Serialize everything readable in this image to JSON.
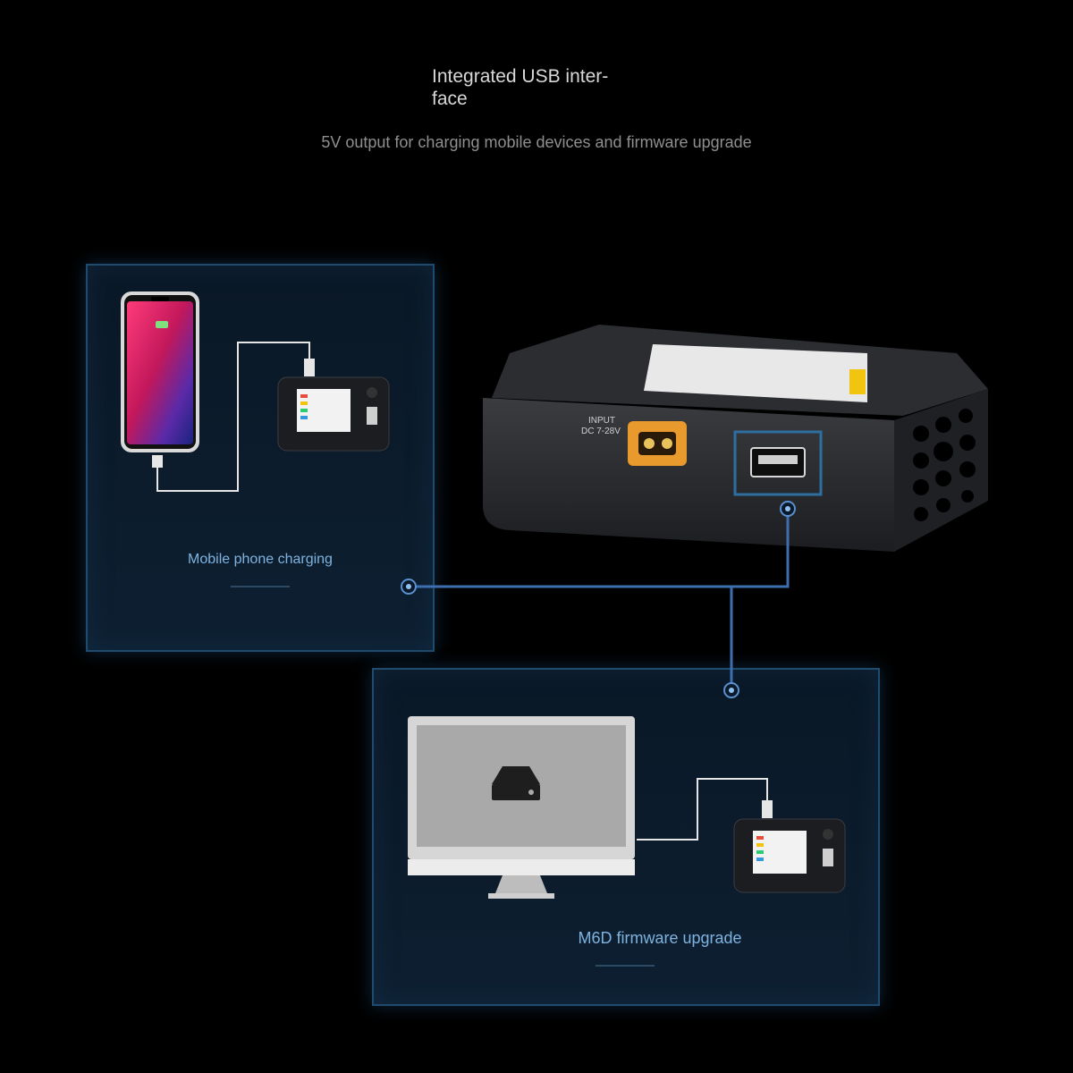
{
  "header": {
    "title": "Integrated USB inter-\nface",
    "subtitle": "5V output for charging mobile devices and firmware upgrade"
  },
  "device": {
    "input_label": "INPUT",
    "input_spec": "DC 7-28V"
  },
  "panels": {
    "left": {
      "caption": "Mobile phone charging"
    },
    "right": {
      "caption": "M6D firmware upgrade"
    }
  },
  "colors": {
    "background": "#000000",
    "panel_border": "#1f4b6e",
    "accent_line": "#3d6fb0",
    "caption": "#7fb3df",
    "xt60_orange": "#e89a2c"
  },
  "icons": [
    "smartphone-icon",
    "charger-icon",
    "monitor-icon",
    "drive-icon",
    "usb-port-icon",
    "fan-icon"
  ]
}
